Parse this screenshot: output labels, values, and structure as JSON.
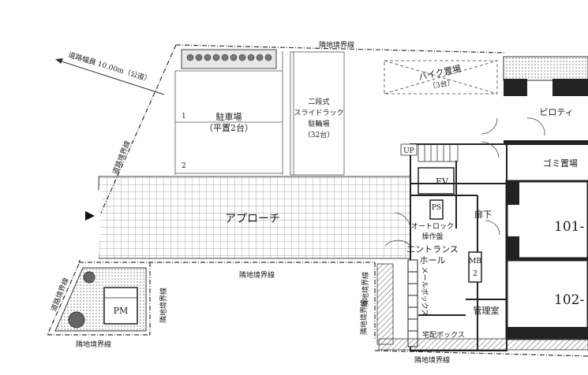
{
  "labels": {
    "road_width": "道路幅員 10.00m（公道）",
    "road_boundary": "道路境界線",
    "road_boundary_2": "道路境界線",
    "adjacent_top": "隣地境界線",
    "adjacent_mid": "隣地境界線",
    "adjacent_bottom_left": "隣地境界線",
    "adjacent_bottom_right": "隣地境界線",
    "adjacent_vertical_1": "隣地境界線",
    "adjacent_vertical_2": "隣地境界線",
    "adjacent_vertical_3": "隣地境界線",
    "parking": "駐車場",
    "parking_sub": "（平置2台）",
    "parking_num1": "1",
    "parking_num2": "2",
    "bicycle_1": "二段式",
    "bicycle_2": "スライドラック",
    "bicycle_3": "駐輪場",
    "bicycle_4": "（32台）",
    "bike": "バイク置場",
    "bike_sub": "（3台）",
    "piloti": "ピロティ",
    "garbage": "ゴミ置場",
    "approach": "アプローチ",
    "up": "UP",
    "ev": "EV",
    "ps": "PS",
    "corridor": "廊下",
    "autolock_1": "オートロック",
    "autolock_2": "操作盤",
    "entrance_1": "エントランス",
    "entrance_2": "ホール",
    "mailbox": "メールボックス",
    "delivery": "宅配ボックス",
    "mb": "MB",
    "mb_num": "2",
    "manager": "管理室",
    "pm": "PM",
    "unit_101": "101-",
    "unit_102": "102-"
  }
}
